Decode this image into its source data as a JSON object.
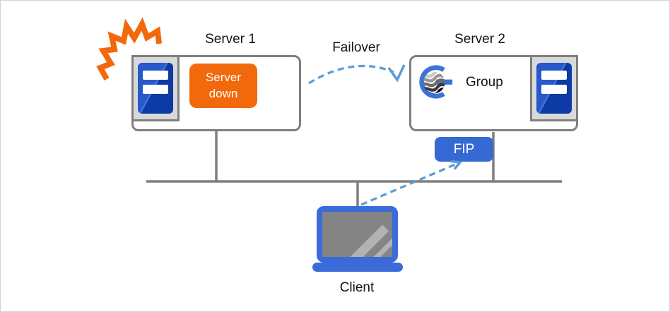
{
  "diagram": {
    "server1": {
      "title": "Server 1",
      "status_badge": "Server down"
    },
    "failover_label": "Failover",
    "server2": {
      "title": "Server 2",
      "group_label": "Group",
      "fip_label": "FIP"
    },
    "client_label": "Client",
    "icons": {
      "explosion": "explosion-burst-icon",
      "server_tower": "server-tower-icon",
      "group_logo": "globe-g-logo-icon",
      "laptop": "laptop-icon"
    },
    "colors": {
      "orange": "#F2690C",
      "badge_blue": "#3569D4",
      "laptop_blue": "#3A6BD8",
      "server_blue_light": "#2759CB",
      "server_blue_dark": "#0E3AA6",
      "dashed_arrow_blue": "#5B9BD5",
      "line_gray": "#7F7F7F",
      "frame_gray": "#D9D9D9",
      "screen_gray": "#848484"
    }
  }
}
